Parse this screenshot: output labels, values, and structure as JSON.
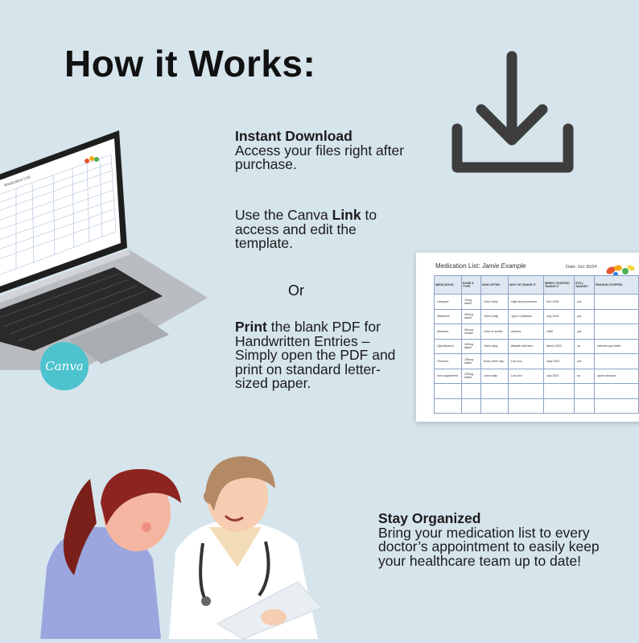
{
  "title": "How it Works:",
  "instant": {
    "heading": "Instant Download",
    "body": "Access your files right after purchase."
  },
  "canva_link": {
    "pre": "Use the Canva ",
    "link": "Link",
    "post": " to access and edit the template."
  },
  "or": "Or",
  "print": {
    "heading": "Print",
    "body": " the blank PDF for Handwritten Entries – Simply open the PDF and print on standard letter-sized paper."
  },
  "organized": {
    "heading": "Stay Organized",
    "body": "Bring your medication list to every doctor’s appointment to easily keep your healthcare team up to date!"
  },
  "canva_badge": "Canva",
  "laptop_screen_title": "Medication List:",
  "sheet": {
    "title": "Medication List:",
    "name": "Jamie Example",
    "date_label": "Date:",
    "date": "Oct 30/24",
    "headers": [
      "MEDICATION",
      "DOSE & TYPE",
      "HOW OFTEN",
      "WHY I'M TAKING IT",
      "WHEN I STARTED TAKING IT",
      "STILL TAKING?",
      "REASON STOPPED"
    ],
    "rows": [
      [
        "Lisinopril",
        "10mg tablet",
        "Once Daily",
        "High blood pressure",
        "Nov 2005",
        "yes",
        ""
      ],
      [
        "Metformin",
        "500mg tablet",
        "Twice Daily",
        "Type 2 Diabetes",
        "July 2014",
        "yes",
        ""
      ],
      [
        "Albuterol",
        "90mcg inhaler",
        "Once in awhile",
        "Asthma",
        "1980",
        "yes",
        ""
      ],
      [
        "Ciprofloxacin",
        "300mg tablet",
        "Twice daily",
        "Bladder infection",
        "March 2023",
        "no",
        "infection got better"
      ],
      [
        "Ferumax",
        "150mg tablet",
        "Every other day",
        "Low iron",
        "Sept 2021",
        "yes",
        ""
      ],
      [
        "Iron supplement",
        "325mg tablet",
        "Once daily",
        "Low iron",
        "July 2021",
        "no",
        "upset stomach"
      ],
      [
        "",
        "",
        "",
        "",
        "",
        "",
        ""
      ],
      [
        "",
        "",
        "",
        "",
        "",
        "",
        ""
      ]
    ]
  },
  "icons": {
    "download": "download-icon",
    "pills": "pills-icon"
  },
  "colors": {
    "background": "#d6e4ec",
    "canva": "#4cc3ce",
    "icon": "#3d3d3d"
  }
}
